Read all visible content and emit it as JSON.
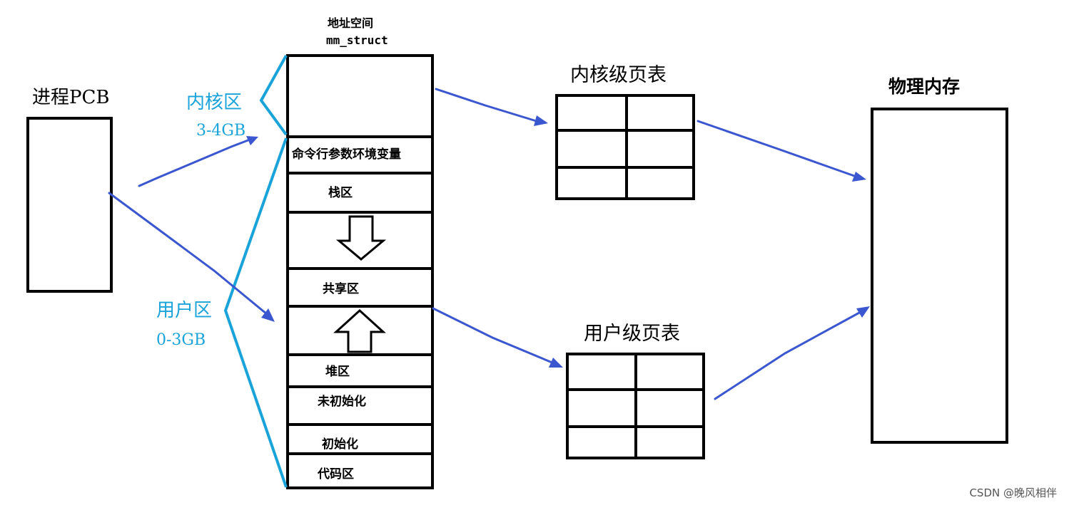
{
  "address_space": {
    "title": "地址空间",
    "struct_name": "mm_struct",
    "segments": [
      {
        "label": ""
      },
      {
        "label": "命令行参数环境变量"
      },
      {
        "label": "栈区"
      },
      {
        "label": ""
      },
      {
        "label": "共享区"
      },
      {
        "label": ""
      },
      {
        "label": "堆区"
      },
      {
        "label": "未初始化"
      },
      {
        "label": "初始化"
      },
      {
        "label": "代码区"
      }
    ]
  },
  "process": {
    "label": "进程PCB"
  },
  "kernel_region": {
    "name": "内核区",
    "range": "3-4GB"
  },
  "user_region": {
    "name": "用户区",
    "range": "0-3GB"
  },
  "kernel_page_table": {
    "label": "内核级页表"
  },
  "user_page_table": {
    "label": "用户级页表"
  },
  "physical_memory": {
    "label": "物理内存"
  },
  "watermark": "CSDN @晚风相伴",
  "colors": {
    "arrow_blue": "#3b57cf",
    "region_cyan": "#1aa3d9",
    "stroke": "#000000"
  }
}
